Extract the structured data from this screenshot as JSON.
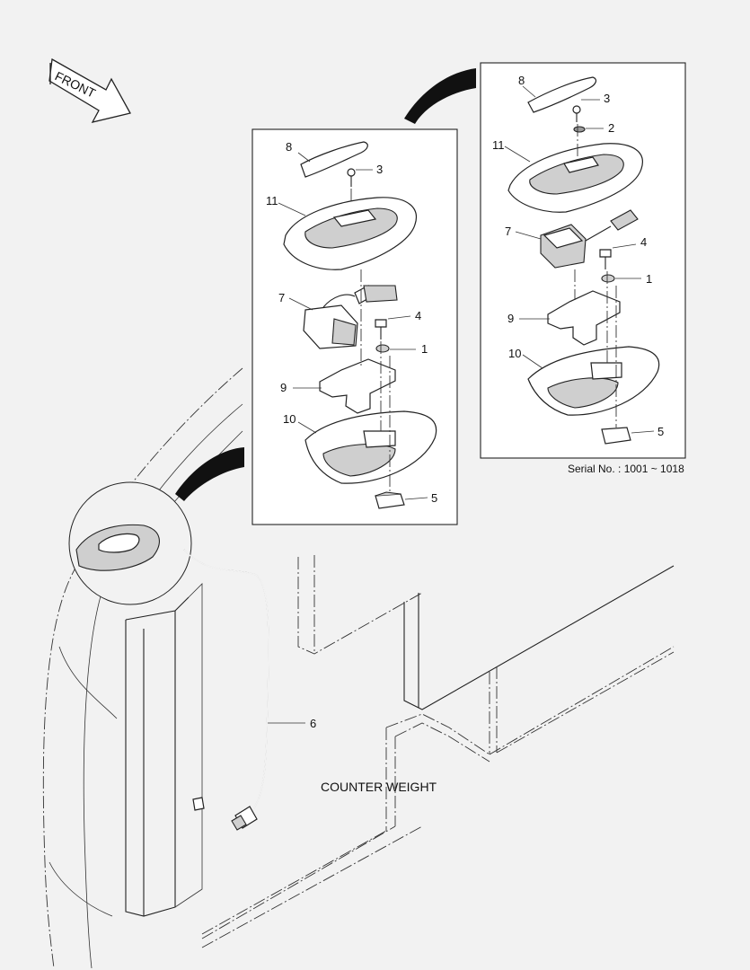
{
  "diagram": {
    "front_label": "FRONT",
    "counter_weight_label": "COUNTER WEIGHT",
    "serial_note": "Serial No. : 1001 ~ 1018",
    "cable_callout": "6",
    "left_panel_callouts": {
      "c8": "8",
      "c3": "3",
      "c11": "11",
      "c7": "7",
      "c4": "4",
      "c1": "1",
      "c9": "9",
      "c10": "10",
      "c5": "5"
    },
    "right_panel_callouts": {
      "c8": "8",
      "c3": "3",
      "c2": "2",
      "c11": "11",
      "c7": "7",
      "c4": "4",
      "c1": "1",
      "c9": "9",
      "c10": "10",
      "c5": "5"
    }
  }
}
